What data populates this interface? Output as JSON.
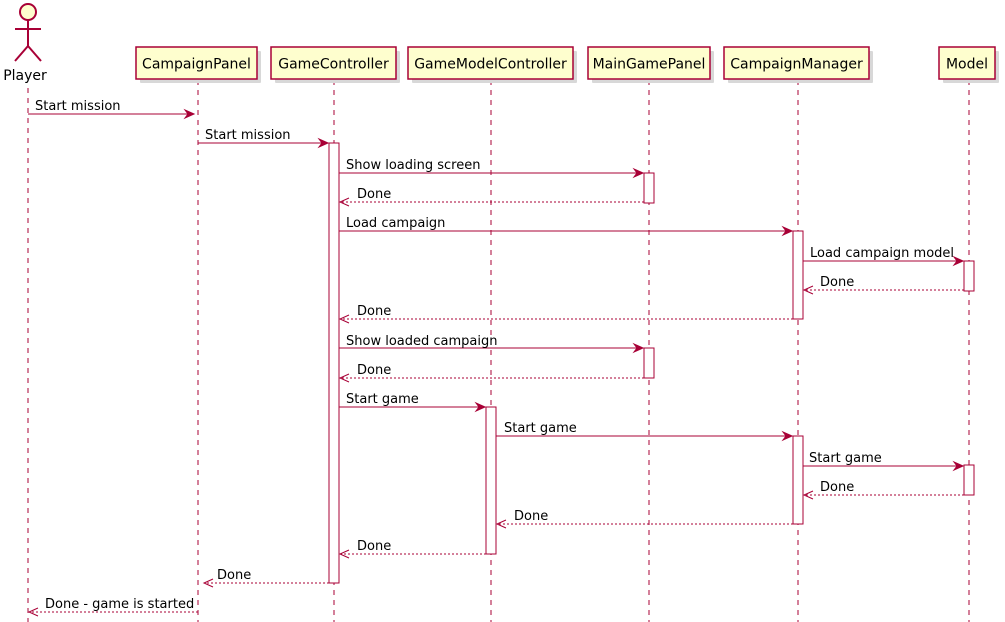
{
  "diagram": {
    "actor": {
      "id": "player",
      "label": "Player"
    },
    "participants": [
      {
        "id": "campaignPanel",
        "label": "CampaignPanel"
      },
      {
        "id": "gameController",
        "label": "GameController"
      },
      {
        "id": "gameModelController",
        "label": "GameModelController"
      },
      {
        "id": "mainGamePanel",
        "label": "MainGamePanel"
      },
      {
        "id": "campaignManager",
        "label": "CampaignManager"
      },
      {
        "id": "model",
        "label": "Model"
      }
    ],
    "messages": [
      {
        "from": "player",
        "to": "campaignPanel",
        "label": "Start mission",
        "style": "solid"
      },
      {
        "from": "campaignPanel",
        "to": "gameController",
        "label": "Start mission",
        "style": "solid"
      },
      {
        "from": "gameController",
        "to": "mainGamePanel",
        "label": "Show loading screen",
        "style": "solid"
      },
      {
        "from": "mainGamePanel",
        "to": "gameController",
        "label": "Done",
        "style": "dashed"
      },
      {
        "from": "gameController",
        "to": "campaignManager",
        "label": "Load campaign",
        "style": "solid"
      },
      {
        "from": "campaignManager",
        "to": "model",
        "label": "Load campaign model",
        "style": "solid"
      },
      {
        "from": "model",
        "to": "campaignManager",
        "label": "Done",
        "style": "dashed"
      },
      {
        "from": "campaignManager",
        "to": "gameController",
        "label": "Done",
        "style": "dashed"
      },
      {
        "from": "gameController",
        "to": "mainGamePanel",
        "label": "Show loaded campaign",
        "style": "solid"
      },
      {
        "from": "mainGamePanel",
        "to": "gameController",
        "label": "Done",
        "style": "dashed"
      },
      {
        "from": "gameController",
        "to": "gameModelController",
        "label": "Start game",
        "style": "solid"
      },
      {
        "from": "gameModelController",
        "to": "campaignManager",
        "label": "Start game",
        "style": "solid"
      },
      {
        "from": "campaignManager",
        "to": "model",
        "label": "Start game",
        "style": "solid"
      },
      {
        "from": "model",
        "to": "campaignManager",
        "label": "Done",
        "style": "dashed"
      },
      {
        "from": "campaignManager",
        "to": "gameModelController",
        "label": "Done",
        "style": "dashed"
      },
      {
        "from": "gameModelController",
        "to": "gameController",
        "label": "Done",
        "style": "dashed"
      },
      {
        "from": "gameController",
        "to": "campaignPanel",
        "label": "Done",
        "style": "dashed"
      },
      {
        "from": "campaignPanel",
        "to": "player",
        "label": "Done - game is started",
        "style": "dashed"
      }
    ],
    "colors": {
      "line": "#A80036",
      "participant_fill": "#FEFECE",
      "activation_fill": "#FFFFFF"
    }
  }
}
